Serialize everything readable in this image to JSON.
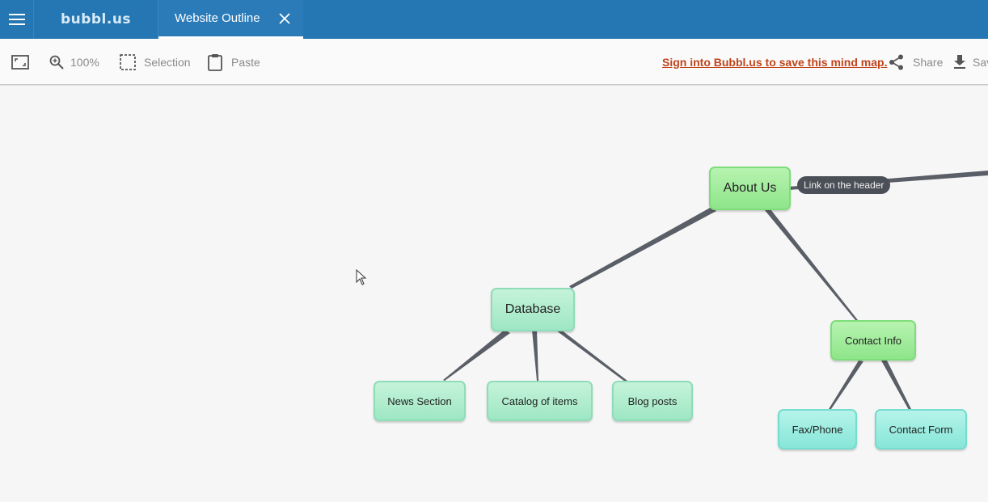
{
  "app": {
    "logo_text": "bubbl.us",
    "tab_title": "Website Outline",
    "accent_color": "#2577b3"
  },
  "toolbar": {
    "zoom_label": "100%",
    "selection_label": "Selection",
    "paste_label": "Paste",
    "signin_label": "Sign into Bubbl.us to save this mind map.",
    "share_label": "Share",
    "save_label": "Sav"
  },
  "mindmap": {
    "about_us": "About Us",
    "edge_label": "Link on the header",
    "database": "Database",
    "contact_info": "Contact Info",
    "news_section": "News Section",
    "catalog_of_items": "Catalog of items",
    "blog_posts": "Blog posts",
    "fax_phone": "Fax/Phone",
    "contact_form": "Contact Form"
  },
  "icons": [
    "menu-icon",
    "close-icon",
    "fit-screen-icon",
    "zoom-icon",
    "selection-icon",
    "clipboard-icon",
    "share-icon",
    "download-icon",
    "mouse-cursor-icon"
  ]
}
